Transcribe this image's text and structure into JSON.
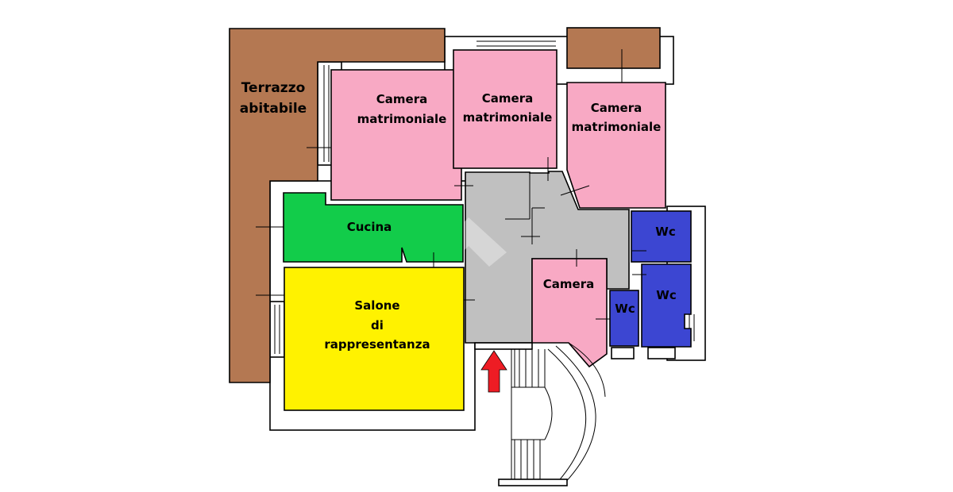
{
  "rooms": {
    "terrazzo": {
      "label_line1": "Terrazzo",
      "label_line2": "abitabile",
      "color": "#b47852"
    },
    "camera_matrimoniale_1": {
      "label_line1": "Camera",
      "label_line2": "matrimoniale",
      "color": "#f8a9c4"
    },
    "camera_matrimoniale_2": {
      "label_line1": "Camera",
      "label_line2": "matrimoniale",
      "color": "#f8a9c4"
    },
    "camera_matrimoniale_3": {
      "label_line1": "Camera",
      "label_line2": "matrimoniale",
      "color": "#f8a9c4"
    },
    "cucina": {
      "label": "Cucina",
      "color": "#12cc4a"
    },
    "salone": {
      "label_line1": "Salone",
      "label_line2": "di",
      "label_line3": "rappresentanza",
      "color": "#fff200"
    },
    "camera": {
      "label": "Camera",
      "color": "#f8a9c4"
    },
    "wc_1": {
      "label": "Wc",
      "color": "#3c46d2"
    },
    "wc_2": {
      "label": "Wc",
      "color": "#3c46d2"
    },
    "wc_3": {
      "label": "Wc",
      "color": "#3c46d2"
    },
    "corridor": {
      "color": "#c0c0c0"
    },
    "balcony": {
      "color": "#b47852"
    }
  },
  "entrance_arrow": {
    "icon": "up-arrow-icon",
    "color": "#ee1c24"
  }
}
